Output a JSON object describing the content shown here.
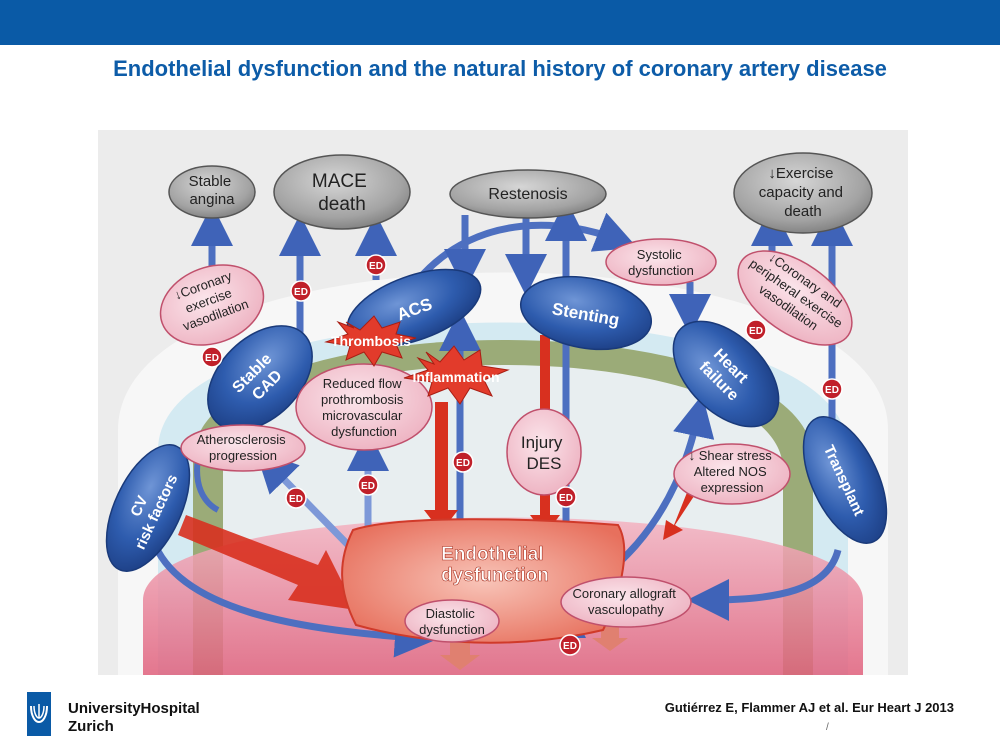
{
  "slide": {
    "title": "Endothelial dysfunction and the natural history of coronary artery disease",
    "citation": "Gutiérrez E, Flammer AJ et al. Eur Heart J 2013",
    "page_mark": "/"
  },
  "logo": {
    "line1": "UniversityHospital",
    "line2": "Zurich",
    "icon": "university-hospital-shield-icon"
  },
  "colors": {
    "header_bar": "#0a5aa6",
    "title_text": "#0d5ca8",
    "blue_node": "#2e5cae",
    "pink_node": "#f3c4d0",
    "grey_node": "#9a9a9a",
    "ed_badge": "#c0202a",
    "red_arrow": "#d8301f",
    "green_band": "#9bab78"
  },
  "diagram": {
    "outcomes": {
      "stable_angina": [
        "Stable",
        "angina"
      ],
      "mace_death": [
        "MACE",
        "death"
      ],
      "restenosis": [
        "Restenosis"
      ],
      "exercise_capacity": [
        "↓Exercise",
        "capacity and",
        "death"
      ]
    },
    "blue_nodes": {
      "cv_risk": [
        "CV",
        "risk factors"
      ],
      "stable_cad": [
        "Stable",
        "CAD"
      ],
      "acs": [
        "ACS"
      ],
      "stenting": [
        "Stenting"
      ],
      "heart_failure": [
        "Heart",
        "failure"
      ],
      "transplant": [
        "Transplant"
      ]
    },
    "pink_nodes": {
      "coronary_exercise": [
        "↓Coronary",
        "exercise",
        "vasodilation"
      ],
      "atherosclerosis": [
        "Atherosclerosis",
        "progression"
      ],
      "reduced_flow": [
        "Reduced flow",
        "prothrombosis",
        "microvascular",
        "dysfunction"
      ],
      "injury_des": [
        "Injury",
        "DES"
      ],
      "systolic": [
        "Systolic",
        "dysfunction"
      ],
      "peripheral": [
        "↓Coronary and",
        "peripheral exercise",
        "vasodilation"
      ],
      "shear_stress": [
        "↓ Shear stress",
        "Altered NOS",
        "expression"
      ],
      "diastolic": [
        "Diastolic",
        "dysfunction"
      ],
      "allograft": [
        "Coronary allograft",
        "vasculopathy"
      ]
    },
    "bursts": {
      "thrombosis": "Thrombosis",
      "inflammation": "Inflammation"
    },
    "core": [
      "Endothelial",
      "dysfunction"
    ],
    "ed_label": "ED"
  }
}
